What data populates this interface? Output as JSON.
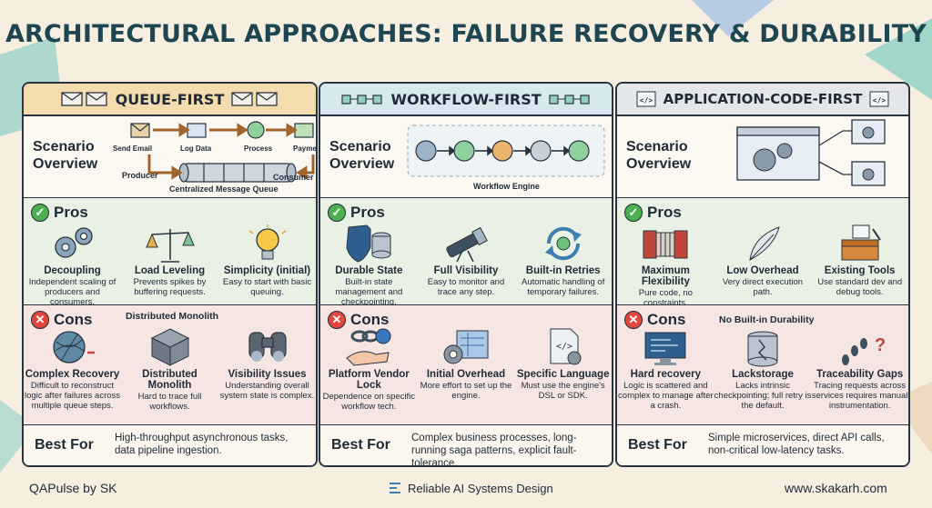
{
  "title": "ARCHITECTURAL APPROACHES: FAILURE RECOVERY & DURABILITY",
  "labels": {
    "scenario": "Scenario Overview",
    "pros": "Pros",
    "cons": "Cons",
    "best_for": "Best For"
  },
  "columns": [
    {
      "heading": "QUEUE-FIRST",
      "diagram": {
        "steps": [
          "Send Email",
          "Log Data",
          "Process",
          "Payment"
        ],
        "producer": "Producer",
        "consumer": "Consumer",
        "queue": "Centralized Message Queue"
      },
      "pros": [
        {
          "title": "Decoupling",
          "desc": "Independent scaling of producers and consumers.",
          "icon": "gears-icon"
        },
        {
          "title": "Load Leveling",
          "desc": "Prevents spikes by buffering requests.",
          "icon": "scale-icon"
        },
        {
          "title": "Simplicity (initial)",
          "desc": "Easy to start with basic queuing.",
          "icon": "lightbulb-icon"
        }
      ],
      "cons_note": "Distributed Monolith",
      "cons": [
        {
          "title": "Complex Recovery",
          "desc": "Difficult to reconstruct logic after failures across multiple queue steps.",
          "icon": "yarn-ball-icon"
        },
        {
          "title": "Distributed Monolith",
          "desc": "Hard to trace full workflows.",
          "icon": "cube-icon"
        },
        {
          "title": "Visibility Issues",
          "desc": "Understanding overall system state is complex.",
          "icon": "binoculars-icon"
        }
      ],
      "best_for": "High-throughput asynchronous tasks, data pipeline ingestion."
    },
    {
      "heading": "WORKFLOW-FIRST",
      "diagram": {
        "engine": "Workflow Engine"
      },
      "pros": [
        {
          "title": "Durable State",
          "desc": "Built-in state management and checkpointing.",
          "icon": "shield-database-icon"
        },
        {
          "title": "Full Visibility",
          "desc": "Easy to monitor and trace any step.",
          "icon": "telescope-icon"
        },
        {
          "title": "Built-in Retries",
          "desc": "Automatic handling of temporary failures.",
          "icon": "retry-icon"
        }
      ],
      "cons": [
        {
          "title": "Platform Vendor Lock",
          "desc": "Dependence on specific workflow tech.",
          "icon": "chain-lock-icon"
        },
        {
          "title": "Initial Overhead",
          "desc": "More effort to set up the engine.",
          "icon": "blueprint-icon"
        },
        {
          "title": "Specific Language",
          "desc": "Must use the engine's DSL or SDK.",
          "icon": "code-file-icon"
        }
      ],
      "best_for": "Complex business processes, long-running saga patterns, explicit fault-tolerance."
    },
    {
      "heading": "APPLICATION-CODE-FIRST",
      "pros": [
        {
          "title": "Maximum Flexibility",
          "desc": "Pure code, no constraints.",
          "icon": "accordion-icon"
        },
        {
          "title": "Low Overhead",
          "desc": "Very direct execution path.",
          "icon": "feather-icon"
        },
        {
          "title": "Existing Tools",
          "desc": "Use standard dev and debug tools.",
          "icon": "toolbox-icon"
        }
      ],
      "cons_note": "No Built-in Durability",
      "cons": [
        {
          "title": "Hard recovery",
          "desc": "Logic is scattered and complex to manage after a crash.",
          "icon": "monitor-icon"
        },
        {
          "title": "Lackstorage",
          "desc": "Lacks intrinsic checkpointing; full retry is the default.",
          "icon": "cracked-cylinder-icon"
        },
        {
          "title": "Traceability Gaps",
          "desc": "Tracing requests across services requires manual instrumentation.",
          "icon": "footprints-icon"
        }
      ],
      "best_for": "Simple microservices, direct API calls, non-critical low-latency tasks."
    }
  ],
  "footer": {
    "left": "QAPulse by SK",
    "center": "Reliable AI Systems Design",
    "right": "www.skakarh.com"
  }
}
